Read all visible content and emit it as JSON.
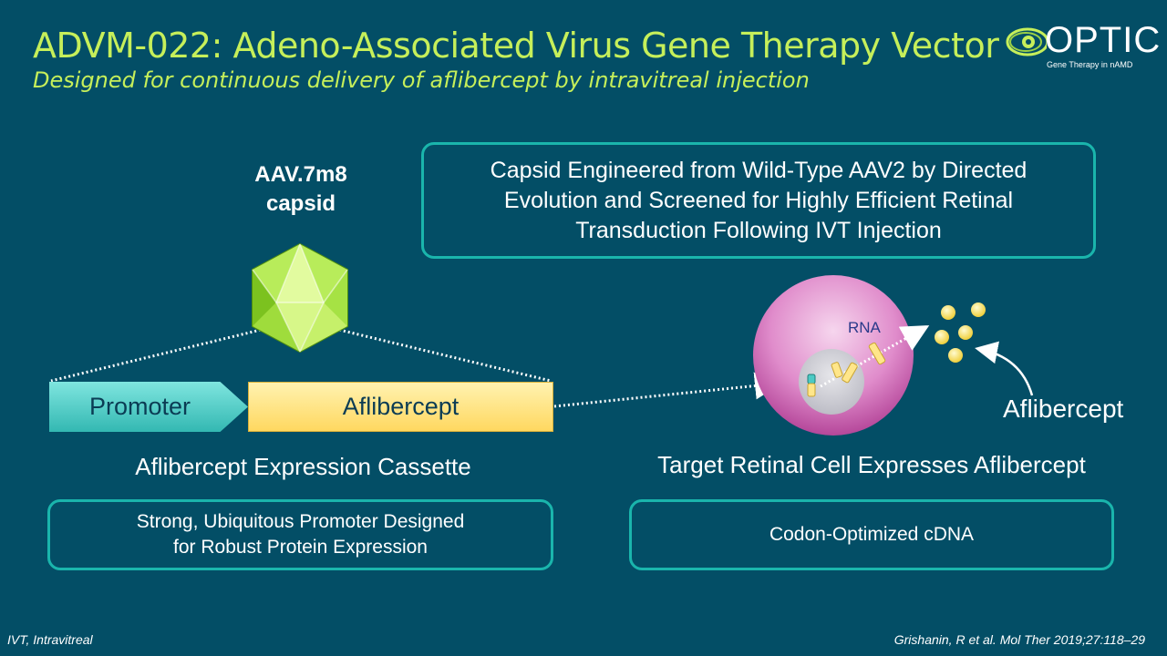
{
  "header": {
    "title": "ADVM-022: Adeno-Associated Virus Gene Therapy Vector",
    "subtitle": "Designed for continuous delivery of aflibercept by intravitreal injection"
  },
  "logo": {
    "name": "OPTIC",
    "tagline": "Gene Therapy in nAMD"
  },
  "capsid": {
    "label_line1": "AAV.7m8",
    "label_line2": "capsid"
  },
  "capsid_box": {
    "line1": "Capsid Engineered from Wild-Type AAV2 by Directed",
    "line2": "Evolution and Screened for Highly Efficient Retinal",
    "line3": "Transduction Following IVT Injection"
  },
  "cassette": {
    "promoter_label": "Promoter",
    "gene_label": "Aflibercept",
    "caption": "Aflibercept Expression Cassette"
  },
  "promoter_box": {
    "line1": "Strong, Ubiquitous Promoter Designed",
    "line2": "for Robust Protein Expression"
  },
  "cell": {
    "rna_label": "RNA",
    "product_label": "Aflibercept",
    "caption": "Target Retinal Cell Expresses Aflibercept"
  },
  "codon_box": {
    "text": "Codon-Optimized cDNA"
  },
  "footer": {
    "abbreviation": "IVT, Intravitreal",
    "reference": "Grishanin, R et al. Mol Ther 2019;27:118–29"
  },
  "colors": {
    "background": "#034e66",
    "title_accent": "#c6ef5a",
    "box_border": "#1ab5ac",
    "promoter_fill": "#4ccac4",
    "gene_fill": "#ffe68a",
    "cell_fill": "#d86fb8",
    "protein_dot": "#f7df5a"
  }
}
